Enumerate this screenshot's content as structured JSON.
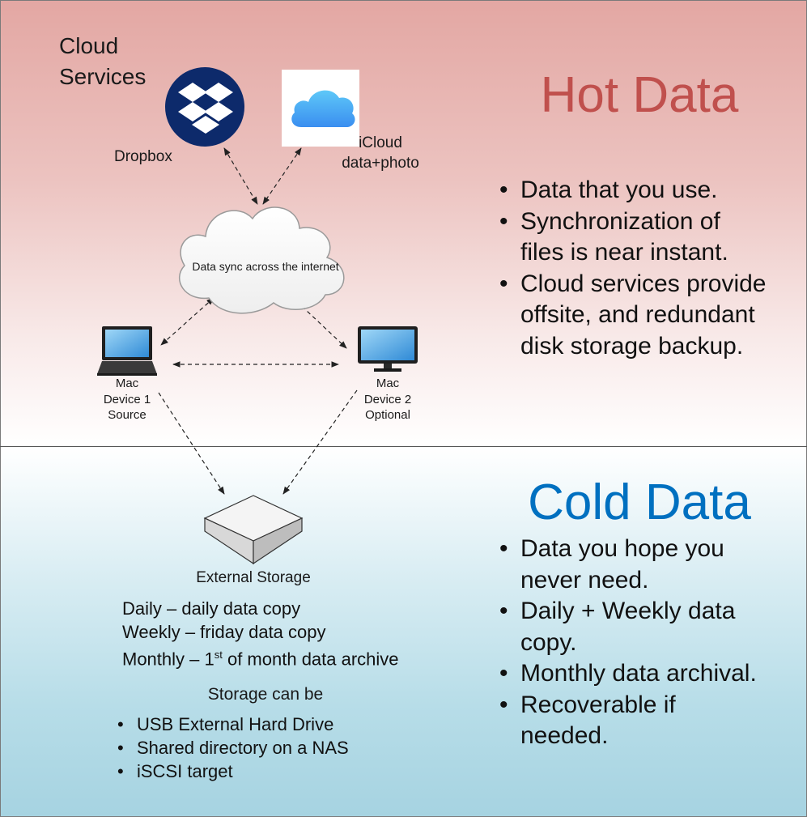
{
  "cloud_services": {
    "heading_line1": "Cloud",
    "heading_line2": "Services"
  },
  "dropbox": {
    "label": "Dropbox"
  },
  "icloud": {
    "label_line1": "iCloud",
    "label_line2": "data+photo"
  },
  "cloud": {
    "label": "Data sync across the internet"
  },
  "device1": {
    "line1": "Mac",
    "line2": "Device 1",
    "line3": "Source"
  },
  "device2": {
    "line1": "Mac",
    "line2": "Device 2",
    "line3": "Optional"
  },
  "external_storage": {
    "label": "External Storage"
  },
  "schedule": {
    "daily": "Daily – daily data copy",
    "weekly": "Weekly – friday data copy",
    "monthly_prefix": "Monthly – 1",
    "monthly_sup": "st",
    "monthly_suffix": " of month data archive"
  },
  "storage_options": {
    "title": "Storage can be",
    "items": [
      "USB External Hard Drive",
      "Shared directory on a NAS",
      "iSCSI target"
    ]
  },
  "hot": {
    "title": "Hot Data",
    "bullets": [
      [
        "Data that you use."
      ],
      [
        "Synchronization of",
        "files is near instant."
      ],
      [
        "Cloud services provide",
        "offsite, and redundant",
        "disk storage backup."
      ]
    ],
    "color": "#c0504d"
  },
  "cold": {
    "title": "Cold Data",
    "bullets": [
      [
        "Data you hope you",
        "never need."
      ],
      [
        "Daily + Weekly data",
        "copy."
      ],
      [
        "Monthly data archival."
      ],
      [
        "Recoverable if",
        "needed."
      ]
    ],
    "color": "#0070c0"
  }
}
